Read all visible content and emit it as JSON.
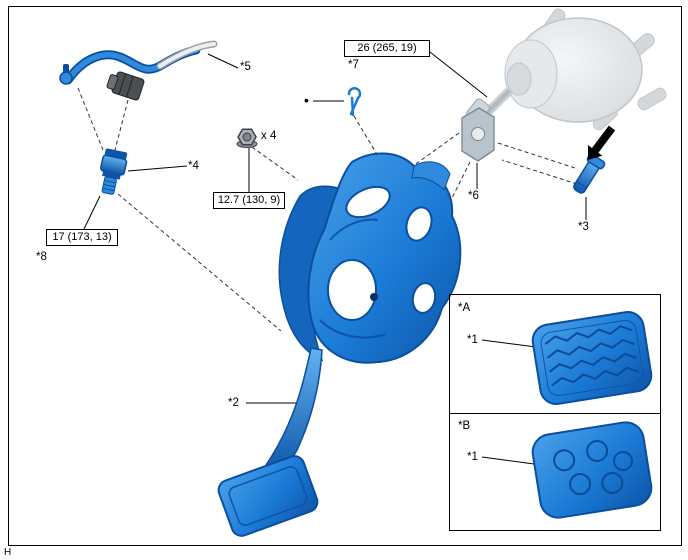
{
  "page": {
    "corner_letter": "H"
  },
  "colors": {
    "part_blue": "#1b7bd6",
    "part_blue_dark": "#0a4f9e",
    "ghost_gray": "#dde1e4"
  },
  "callouts": {
    "pedal_assembly": "*2",
    "clevis_pin": "*3",
    "stop_light_switch": "*4",
    "wire_harness": "*5",
    "clevis": "*6",
    "clevis_spec": "*7",
    "switch_spec": "*8",
    "bullet": "•",
    "nut_qty": "x 4"
  },
  "torque_specs": {
    "clevis_locknut": "26 (265, 19)",
    "mounting_nut": "12.7 (130, 9)",
    "stop_light_switch": "17 (173, 13)"
  },
  "inset": {
    "variant_a_label": "*A",
    "variant_a_part": "*1",
    "variant_b_label": "*B",
    "variant_b_part": "*1"
  }
}
